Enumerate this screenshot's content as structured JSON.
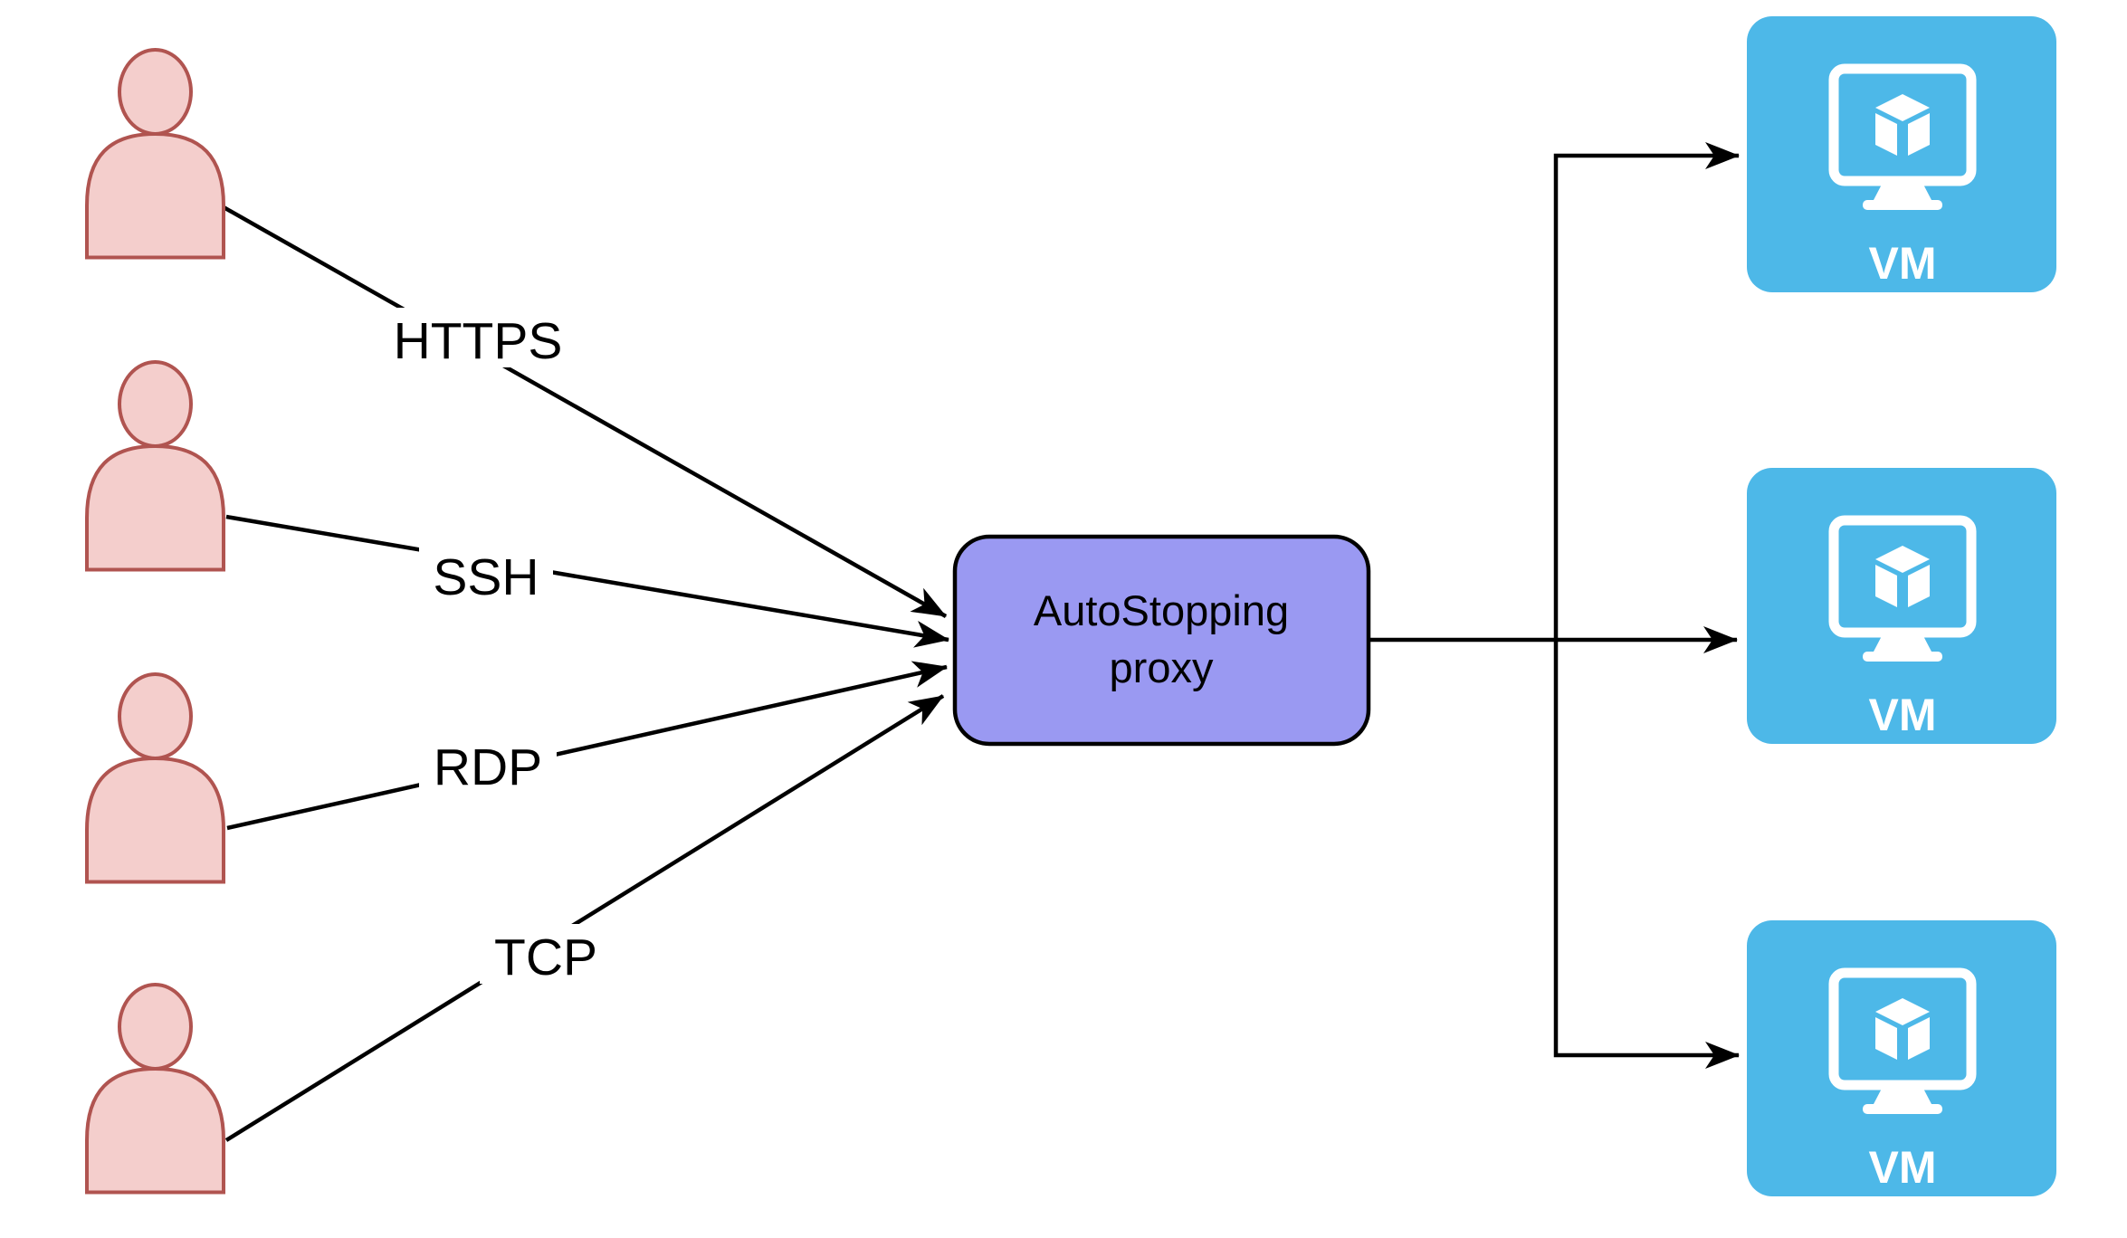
{
  "diagram": {
    "background": "#ffffff",
    "actors": [
      {
        "icon": "user-icon"
      },
      {
        "icon": "user-icon"
      },
      {
        "icon": "user-icon"
      },
      {
        "icon": "user-icon"
      }
    ],
    "edges": [
      {
        "label": "HTTPS"
      },
      {
        "label": "SSH"
      },
      {
        "label": "RDP"
      },
      {
        "label": "TCP"
      }
    ],
    "proxy": {
      "label": "AutoStopping proxy",
      "line1": "AutoStopping",
      "line2": "proxy"
    },
    "vms": [
      {
        "label": "VM"
      },
      {
        "label": "VM"
      },
      {
        "label": "VM"
      }
    ],
    "colors": {
      "user_fill": "#f4cecc",
      "user_stroke": "#b05450",
      "proxy_fill": "#9a99f2",
      "proxy_stroke": "#000000",
      "vm_fill": "#4db8e8",
      "vm_icon": "#ffffff",
      "edge": "#000000",
      "label_text": "#000000"
    }
  }
}
